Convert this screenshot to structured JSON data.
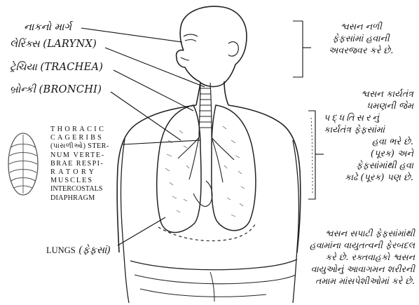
{
  "labels": {
    "nose": "નાકનો માર્ગ",
    "larynx_gu": "લેરિંક્સ",
    "larynx_en": "(LARYNX)",
    "trachea_gu": "ટ્રેચિયા",
    "trachea_en": "(TRACHEA)",
    "bronchi_gu": "બ્રોન્કી",
    "bronchi_en": "(BRONCHI)",
    "lungs_en": "LUNGS",
    "lungs_gu": "(ફેફસાં)"
  },
  "anatomy_list": {
    "line1": "THORACIC",
    "line2": "CAGERIBS",
    "line3": "(પાંસળીઓ) STER-",
    "line4": "NUM VERTE-",
    "line5": "BRAE RESPI-",
    "line6": "RATORY",
    "line7": "MUSCLES",
    "line8": "INTERCOSTALS",
    "line9": "DIAPHRAGM"
  },
  "notes": {
    "airway_1": "શ્વસન નળી",
    "airway_2": "ફેફસાંમાં હવાની",
    "airway_3": "અવરજવર કરે છે.",
    "mechanism_1": "શ્વસન કાર્યતંત્ર",
    "mechanism_2": "ધમણની જેમ",
    "mechanism_3": "પદ્ધતિસરનું",
    "mechanism_4": "કાર્યતંત્ર ફેફસાંમાં",
    "mechanism_5": "હવા ભરે છે.",
    "mechanism_6": "(પૂરક) અને",
    "mechanism_7": "ફેફસાંમાંથી હવા",
    "mechanism_8": "કાઢે (પૂરક) પણ છે.",
    "surface_1": "શ્વસન સપાટી ફેફસાંમાંથી",
    "surface_2": "હવામાંના વાયુતત્વની ફેરબદલ",
    "surface_3": "કરે છે. રક્તવાહકો શ્વસન",
    "surface_4": "વાયુઓનું આવાગમન શરીરની",
    "surface_5": "તમામ માંસપેશીઓમાં કરે છે."
  }
}
